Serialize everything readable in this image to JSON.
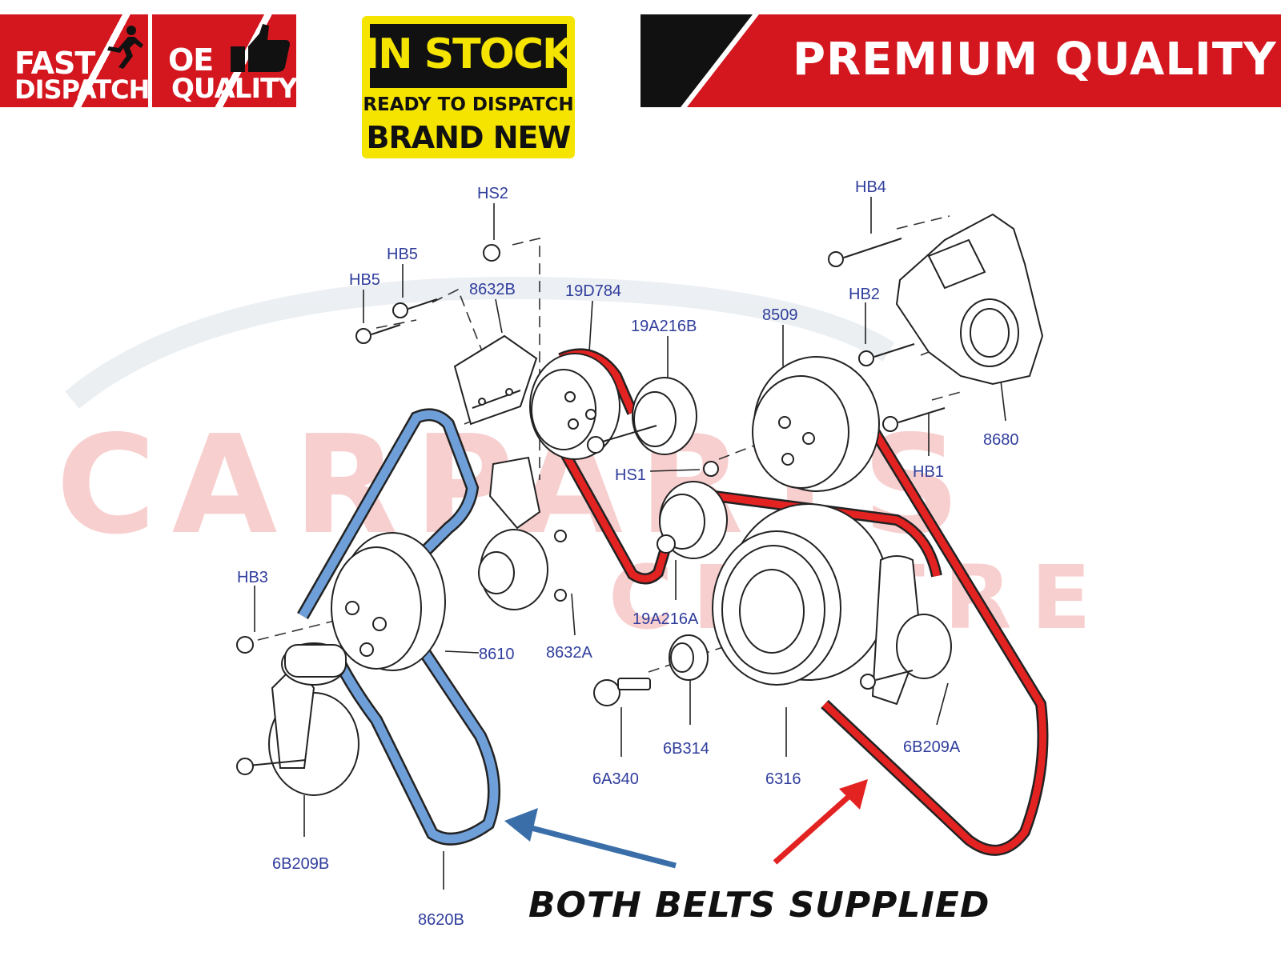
{
  "badges": {
    "fast": {
      "line1": "FAST",
      "line2": "DISPATCH"
    },
    "oe": {
      "line1": "OE",
      "line2": "QUALITY"
    }
  },
  "in_stock": {
    "title": "IN STOCK",
    "line2": "READY TO DISPATCH",
    "line3": "BRAND NEW"
  },
  "premium": {
    "text": "PREMIUM QUALITY"
  },
  "watermark": {
    "line1": "CARPARTS",
    "line2": "CENTRE"
  },
  "parts": {
    "hs2": "HS2",
    "hb5a": "HB5",
    "hb5b": "HB5",
    "p8632b": "8632B",
    "p19d784": "19D784",
    "p19a216b": "19A216B",
    "p8509": "8509",
    "hb4": "HB4",
    "hb2": "HB2",
    "p8680": "8680",
    "hs1": "HS1",
    "hb1": "HB1",
    "hb3": "HB3",
    "p19a216a": "19A216A",
    "p8610": "8610",
    "p8632a": "8632A",
    "p6b314": "6B314",
    "p6b209a": "6B209A",
    "p6a340": "6A340",
    "p6316": "6316",
    "p6b209b": "6B209B",
    "p8620b": "8620B"
  },
  "caption": "BOTH BELTS SUPPLIED",
  "colors": {
    "brand_red": "#d4161f",
    "belt_red": "#e32222",
    "belt_blue": "#6f9fd8",
    "label_blue": "#2f3d9c",
    "stock_yellow": "#f5e400"
  }
}
